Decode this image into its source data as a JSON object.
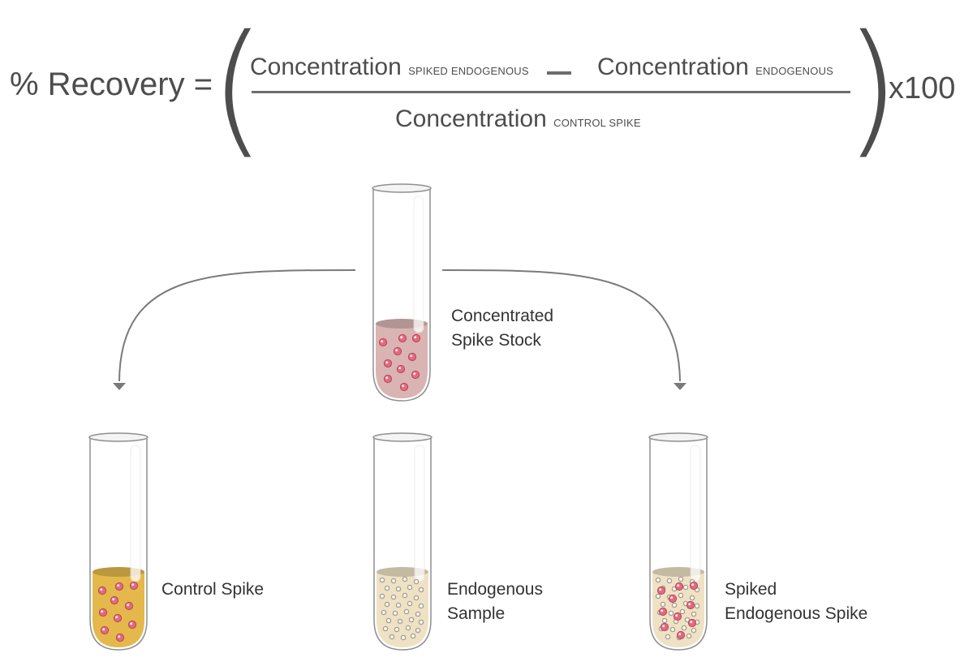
{
  "formula": {
    "lhs": "% Recovery =",
    "numerator_a_main": "Concentration",
    "numerator_a_sub": "SPIKED ENDOGENOUS",
    "numerator_b_main": "Concentration",
    "numerator_b_sub": "ENDOGENOUS",
    "denominator_main": "Concentration",
    "denominator_sub": "CONTROL SPIKE",
    "multiplier": "x100"
  },
  "tubes": {
    "stock": {
      "label_line1": "Concentrated",
      "label_line2": "Spike Stock",
      "liquid_color": "#d9b4b2"
    },
    "control": {
      "label_line1": "Control Spike",
      "label_line2": "",
      "liquid_color": "#e4b84a"
    },
    "endogenous": {
      "label_line1": "Endogenous",
      "label_line2": "Sample",
      "liquid_color": "#efe2c4"
    },
    "spiked": {
      "label_line1": "Spiked",
      "label_line2": "Endogenous Spike",
      "liquid_color": "#efe2c4"
    }
  },
  "colors": {
    "text": "#4d4d4d",
    "arrow": "#7a7a7a",
    "spike_particle": "#e36a7e",
    "endogenous_particle": "#a9a08f"
  }
}
